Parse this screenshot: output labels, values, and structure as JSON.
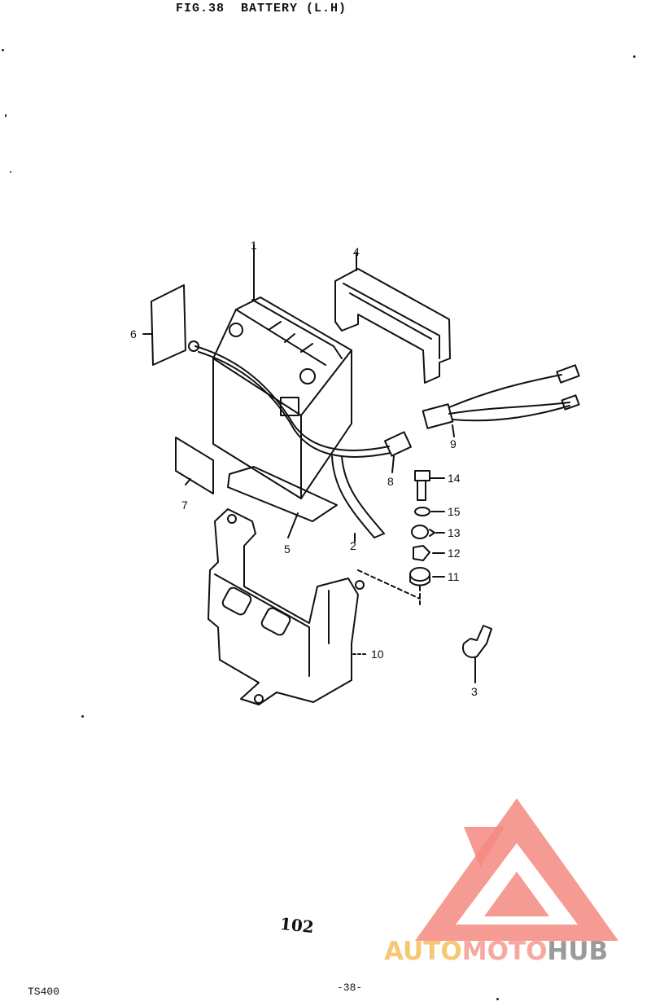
{
  "header": {
    "fig_label": "FIG.38",
    "title": "BATTERY (L.H)"
  },
  "callouts": [
    {
      "num": "1"
    },
    {
      "num": "2"
    },
    {
      "num": "3"
    },
    {
      "num": "4"
    },
    {
      "num": "5"
    },
    {
      "num": "6"
    },
    {
      "num": "7"
    },
    {
      "num": "8"
    },
    {
      "num": "9"
    },
    {
      "num": "10"
    },
    {
      "num": "11"
    },
    {
      "num": "12"
    },
    {
      "num": "13"
    },
    {
      "num": "14"
    },
    {
      "num": "15"
    }
  ],
  "handwritten_note": "102",
  "footer": {
    "model": "TS400",
    "page": "-38-"
  },
  "watermark": {
    "word_part1": "AUTO",
    "word_part2": "MOTO",
    "word_part3": "HUB",
    "colors": {
      "orange": "#f6c873",
      "pink": "#f7a8a0",
      "gray": "#9a9a9a",
      "triangle": "#f58a80"
    }
  }
}
